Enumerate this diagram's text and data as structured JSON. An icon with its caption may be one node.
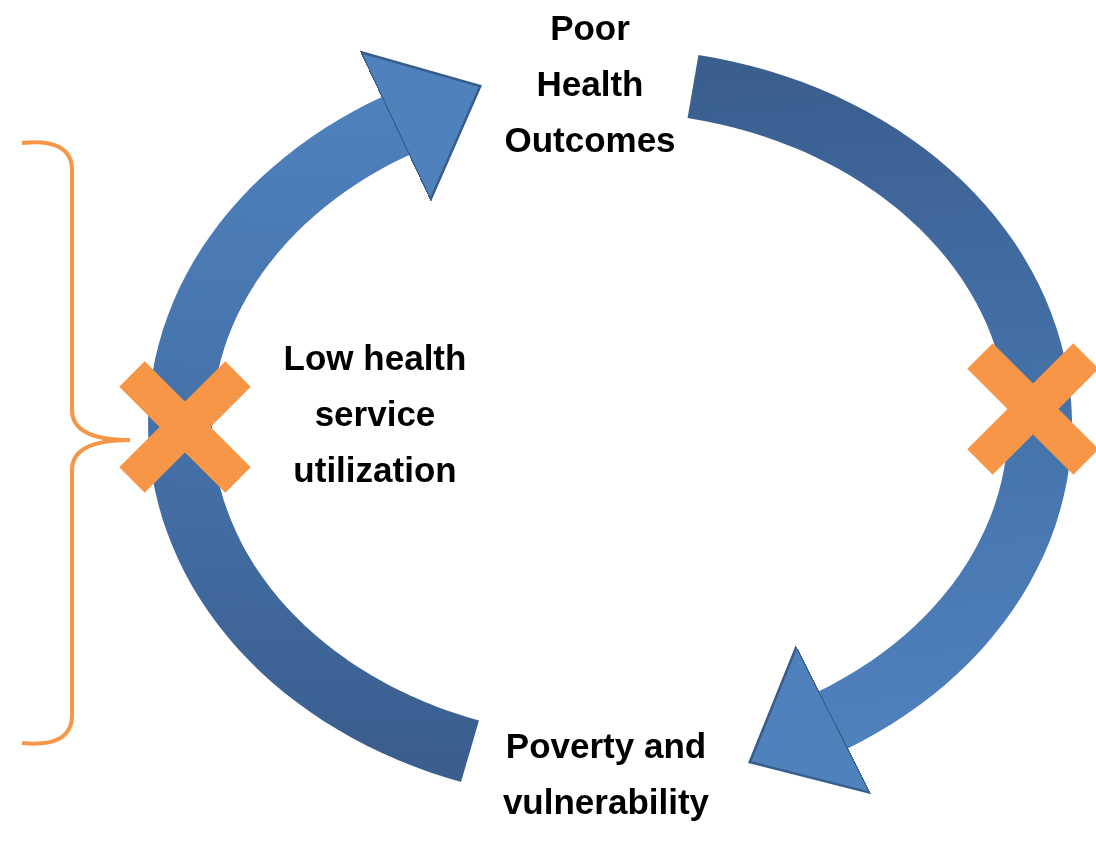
{
  "diagram": {
    "nodes": [
      {
        "text": [
          "Poor Health Outcomes"
        ]
      },
      {
        "text": [
          "Poverty and vulnerability"
        ]
      }
    ],
    "edges": [
      {
        "from": 1,
        "to": 0,
        "arrow": "to"
      },
      {
        "from": 0,
        "to": 1,
        "arrow": "to"
      }
    ],
    "labels": [
      "Low health service utilization"
    ]
  }
}
